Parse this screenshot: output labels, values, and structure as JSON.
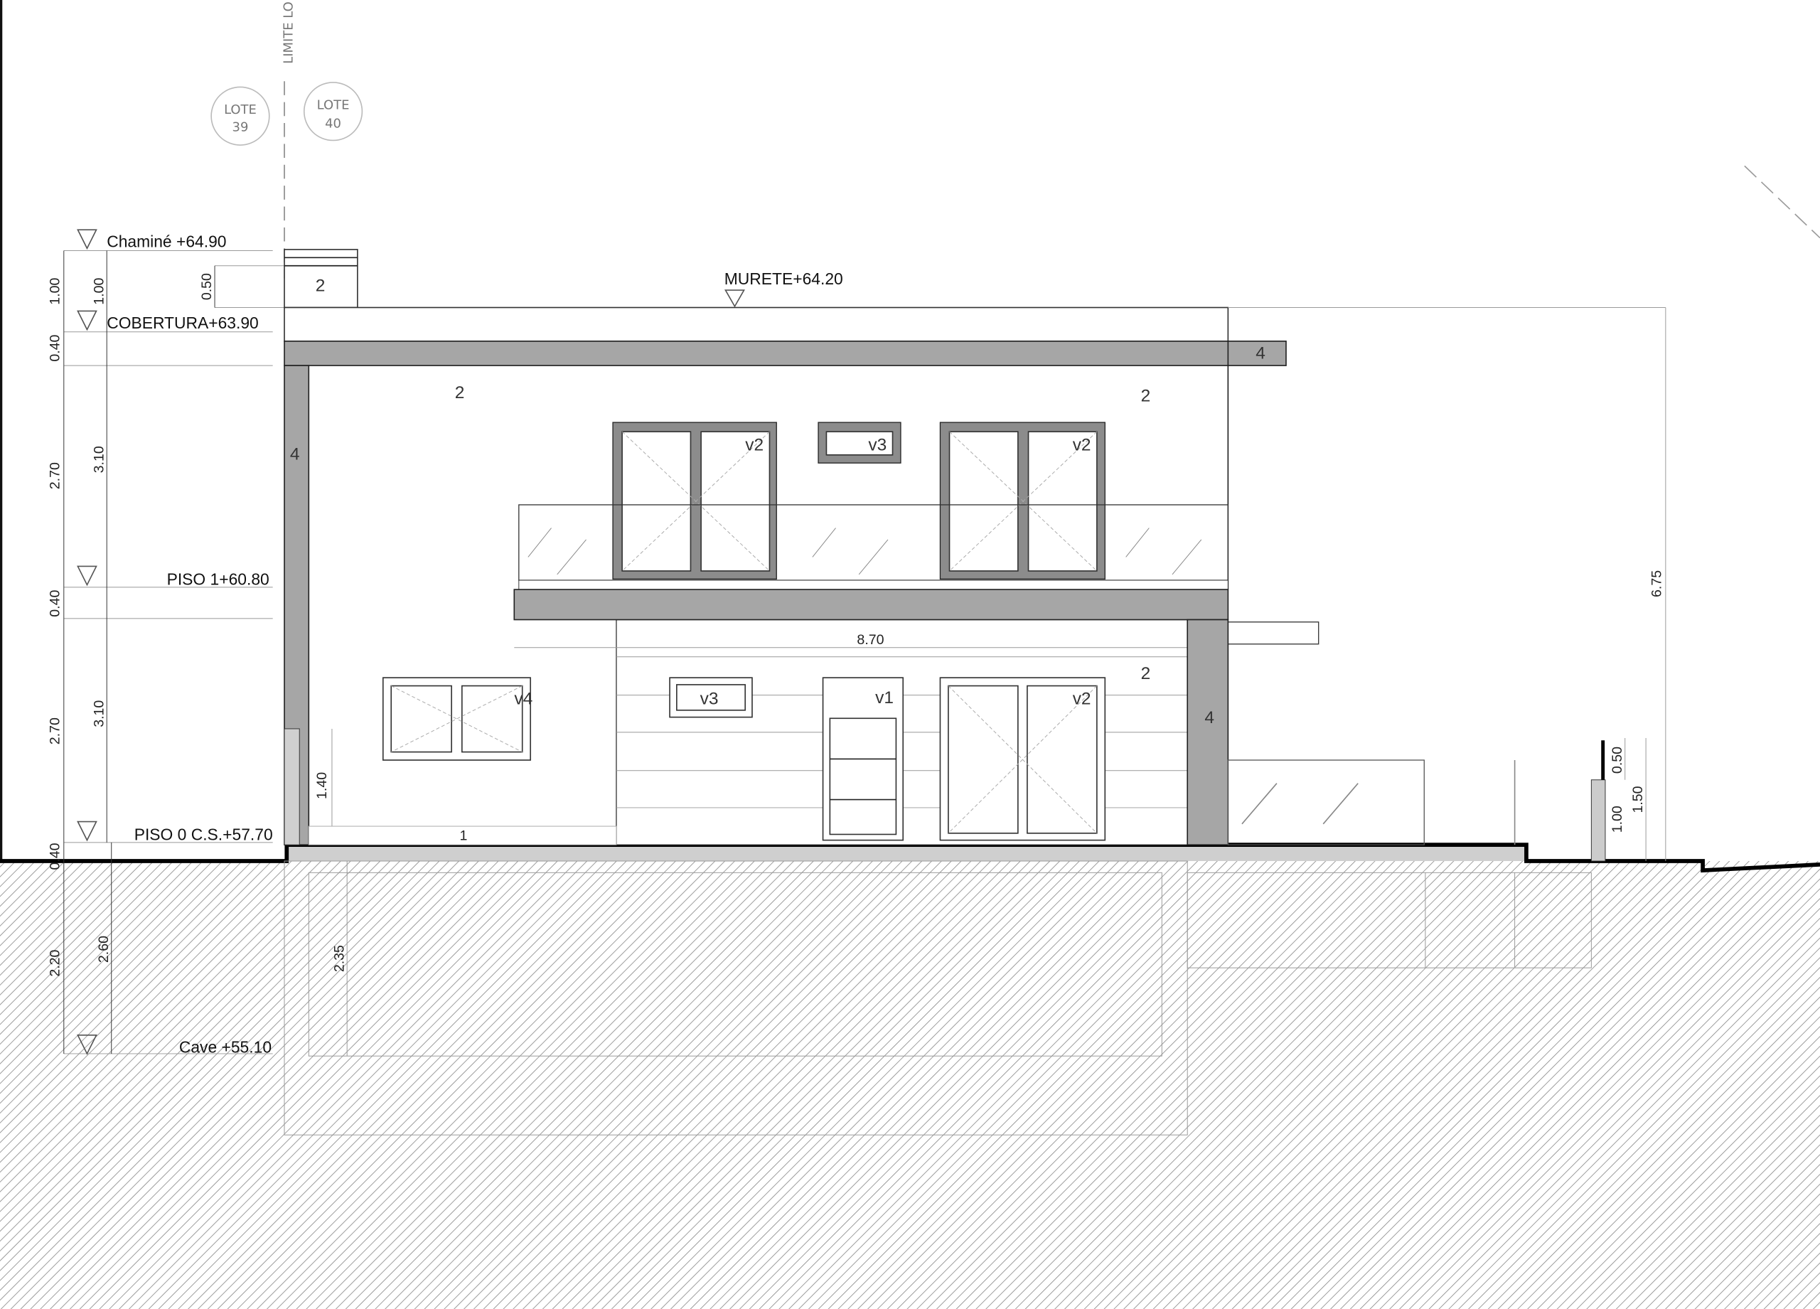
{
  "title_fragment": "LIMITE LO",
  "lots": [
    {
      "label": "LOTE",
      "number": "39"
    },
    {
      "label": "LOTE",
      "number": "40"
    }
  ],
  "levels": {
    "chimney": "Chaminé +64.90",
    "roof": "COBERTURA+63.90",
    "floor1": "PISO 1+60.80",
    "floor0": "PISO 0 C.S.+57.70",
    "cellar": "Cave +55.10",
    "parapet": "MURETE+64.20"
  },
  "dimensions": {
    "left_outer": [
      "1.00",
      "0.40",
      "2.70",
      "0.40",
      "2.70",
      "0.40",
      "2.20"
    ],
    "left_inner": [
      "1.00",
      "3.10",
      "3.10",
      "2.60"
    ],
    "chimney_height": "0.50",
    "wall_height": "1.40",
    "cellar_height": "2.35",
    "slab_width": "8.70",
    "total_height": "6.75",
    "fence": [
      "0.50",
      "1.50",
      "1.00"
    ]
  },
  "material_tags": {
    "chimney": "2",
    "roof_slab": "4",
    "left_wall": "4",
    "upper_left": "2",
    "upper_right": "2",
    "lower_right": "2",
    "right_wall": "4",
    "ground_wall": "1"
  },
  "windows": {
    "upper_left": "v2",
    "upper_small": "v3",
    "upper_right": "v2",
    "lower_left": "v4",
    "lower_small": "v3",
    "door": "v1",
    "lower_right": "v2"
  }
}
